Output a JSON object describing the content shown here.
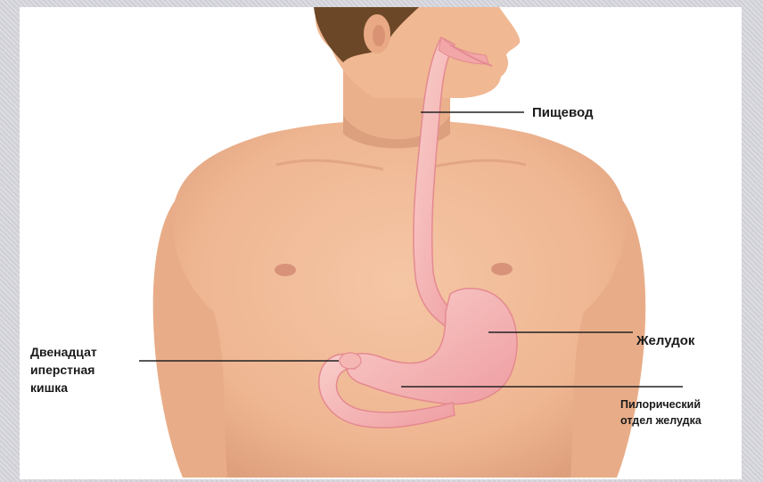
{
  "labels": {
    "esophagus": "Пищевод",
    "stomach": "Желудок",
    "duodenum": "Двенадцат\nиперстная\nкишка",
    "pyloric": "Пилорический\nотдел желудка"
  },
  "colors": {
    "skin": "#efb996",
    "skin_shadow": "#dca07e",
    "hair": "#6b4727",
    "organ": "#f2a6a8",
    "organ_light": "#f8c9c6",
    "leader_line": "#222222",
    "frame": "#d5d5db"
  }
}
